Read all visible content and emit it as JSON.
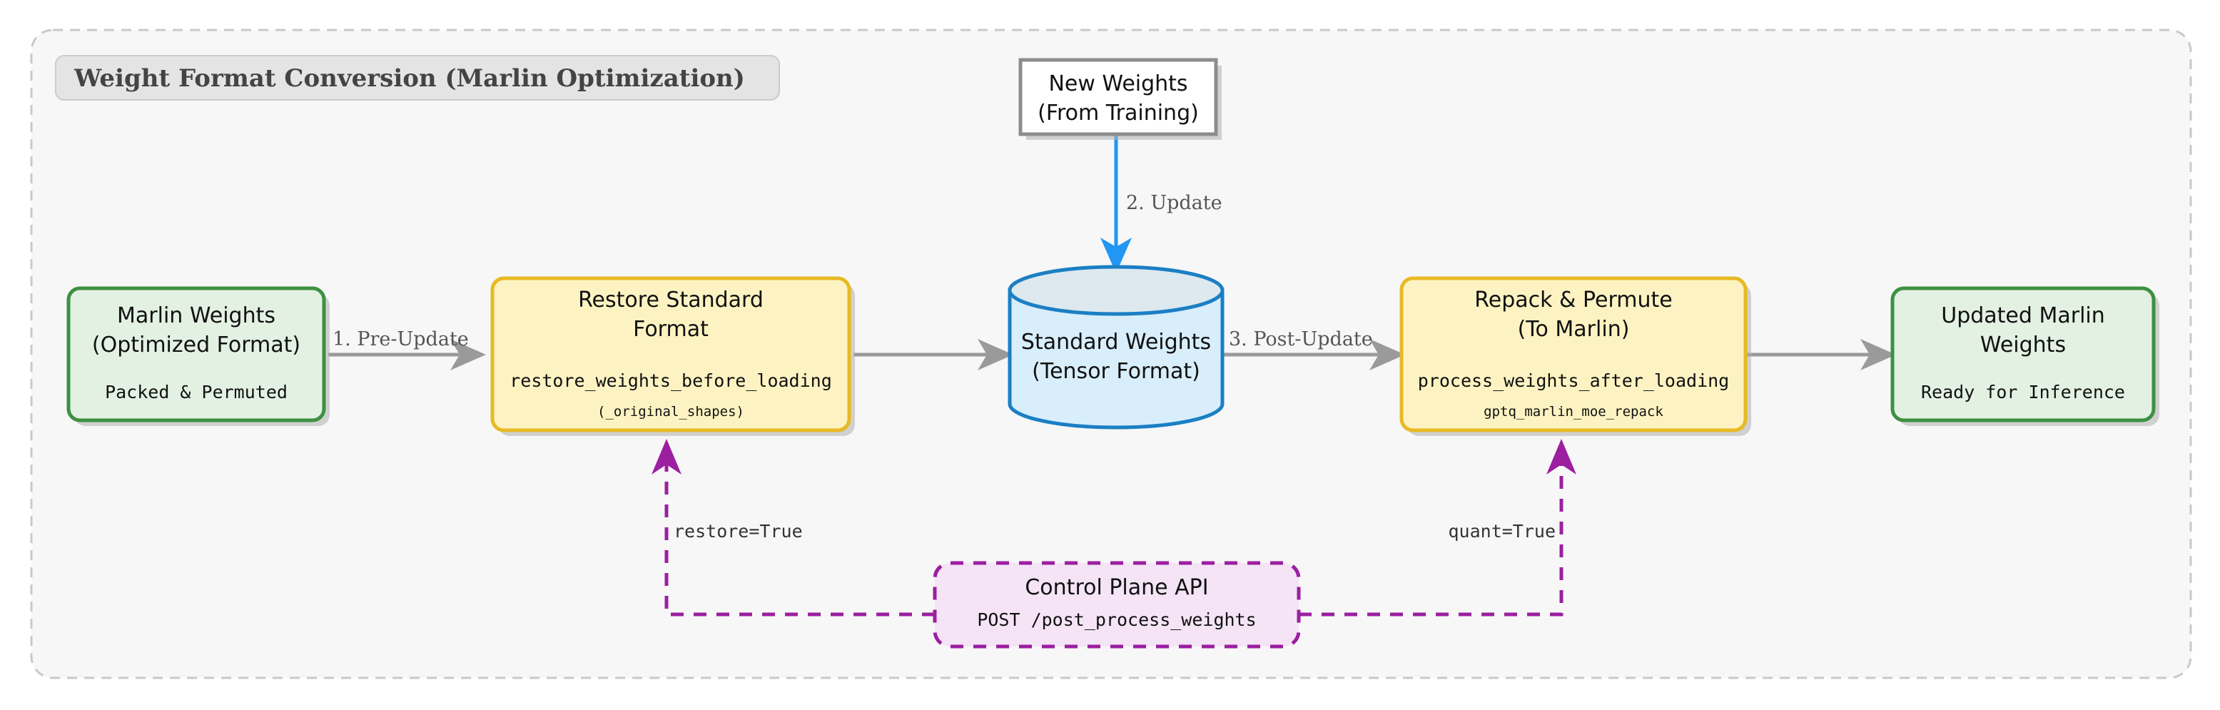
{
  "group": {
    "title": "Weight Format Conversion (Marlin Optimization)",
    "border_color": "#c9c9c9",
    "fill": "#f7f7f7",
    "title_chip_fill": "#e4e4e4",
    "title_chip_border": "#cccccc"
  },
  "colors": {
    "green_border": "#3d9140",
    "green_fill": "#e3f1e3",
    "yellow_border": "#e8b923",
    "yellow_fill": "#fdf3c2",
    "blue_border": "#1b7fc4",
    "blue_fill": "#d8eefb",
    "blue_top_fill": "#dde9ef",
    "white_fill": "#ffffff",
    "gray_border": "#8c8c8c",
    "purple": "#9b1fa0",
    "purple_fill": "#f4e4f6",
    "arrow_gray": "#9a9a9a",
    "arrow_blue": "#2196f3",
    "shadow": "#b0b0b0"
  },
  "nodes": {
    "new_weights": {
      "line1": "New Weights",
      "line2": "(From Training)"
    },
    "marlin_weights": {
      "line1": "Marlin Weights",
      "line2": "(Optimized Format)",
      "mono": "Packed & Permuted"
    },
    "restore": {
      "line1": "Restore Standard",
      "line2": "Format",
      "mono": "restore_weights_before_loading",
      "mono_small": "(_original_shapes)"
    },
    "standard_weights": {
      "line1": "Standard Weights",
      "line2": "(Tensor Format)"
    },
    "repack": {
      "line1": "Repack & Permute",
      "line2": "(To Marlin)",
      "mono": "process_weights_after_loading",
      "mono_small": "gptq_marlin_moe_repack"
    },
    "updated_marlin": {
      "line1": "Updated Marlin",
      "line2": "Weights",
      "mono": "Ready for Inference"
    },
    "control_plane": {
      "line1": "Control Plane API",
      "mono": "POST /post_process_weights"
    }
  },
  "edges": {
    "pre_update": "1.  Pre-Update",
    "update": "2.  Update",
    "post_update": "3.  Post-Update",
    "restore_flag": "restore=True",
    "quant_flag": "quant=True"
  }
}
